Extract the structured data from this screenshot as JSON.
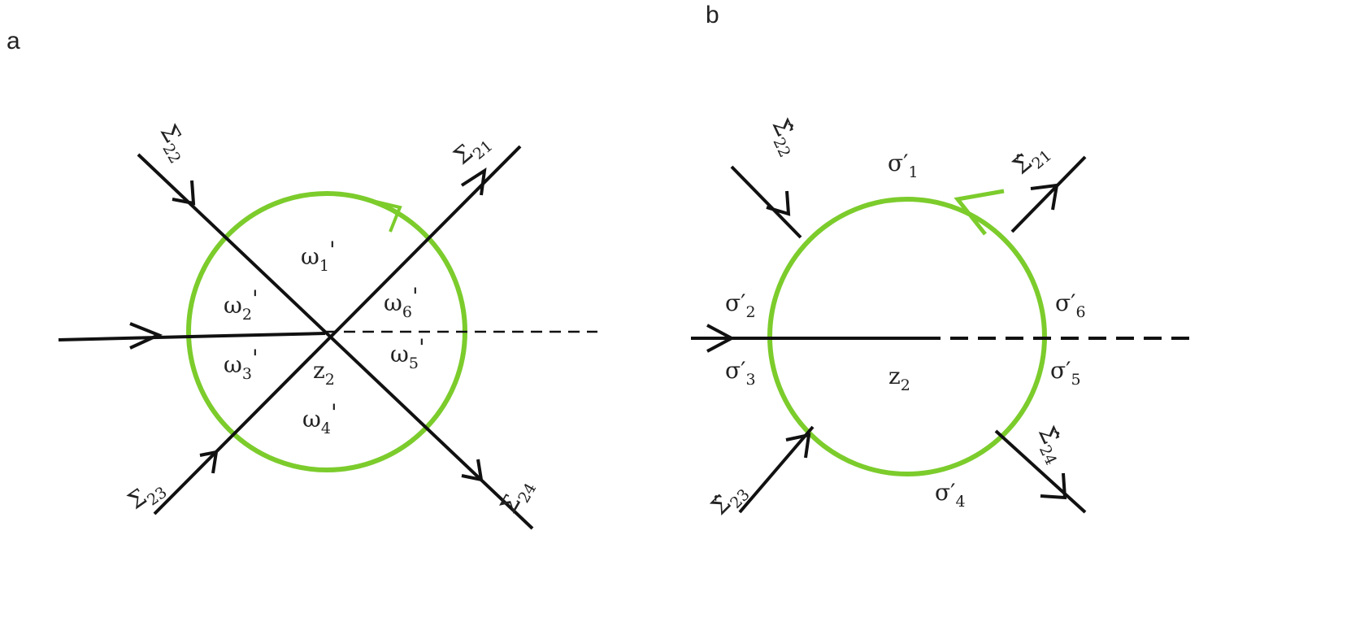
{
  "panels": {
    "a": {
      "label": "a",
      "center": "z",
      "center_sub": "2",
      "contours": [
        {
          "name": "Σ",
          "sub": "21"
        },
        {
          "name": "Σ",
          "sub": "22"
        },
        {
          "name": "Σ",
          "sub": "23"
        },
        {
          "name": "Σ",
          "sub": "24"
        }
      ],
      "regions": [
        {
          "name": "ω",
          "sub": "1",
          "prime": "'"
        },
        {
          "name": "ω",
          "sub": "2",
          "prime": "'"
        },
        {
          "name": "ω",
          "sub": "3",
          "prime": "'"
        },
        {
          "name": "ω",
          "sub": "4",
          "prime": "'"
        },
        {
          "name": "ω",
          "sub": "5",
          "prime": "'"
        },
        {
          "name": "ω",
          "sub": "6",
          "prime": "'"
        }
      ]
    },
    "b": {
      "label": "b",
      "center": "z",
      "center_sub": "2",
      "contours": [
        {
          "name": "Σ̂",
          "sub": "21"
        },
        {
          "name": "Σ̂",
          "sub": "22"
        },
        {
          "name": "Σ̂",
          "sub": "23"
        },
        {
          "name": "Σ̂",
          "sub": "24"
        }
      ],
      "regions": [
        {
          "name": "σ′",
          "sub": "1"
        },
        {
          "name": "σ′",
          "sub": "2"
        },
        {
          "name": "σ′",
          "sub": "3"
        },
        {
          "name": "σ′",
          "sub": "4"
        },
        {
          "name": "σ′",
          "sub": "5"
        },
        {
          "name": "σ′",
          "sub": "6"
        }
      ]
    }
  },
  "colors": {
    "circle": "#7ccc2c",
    "lines": "#111111"
  }
}
